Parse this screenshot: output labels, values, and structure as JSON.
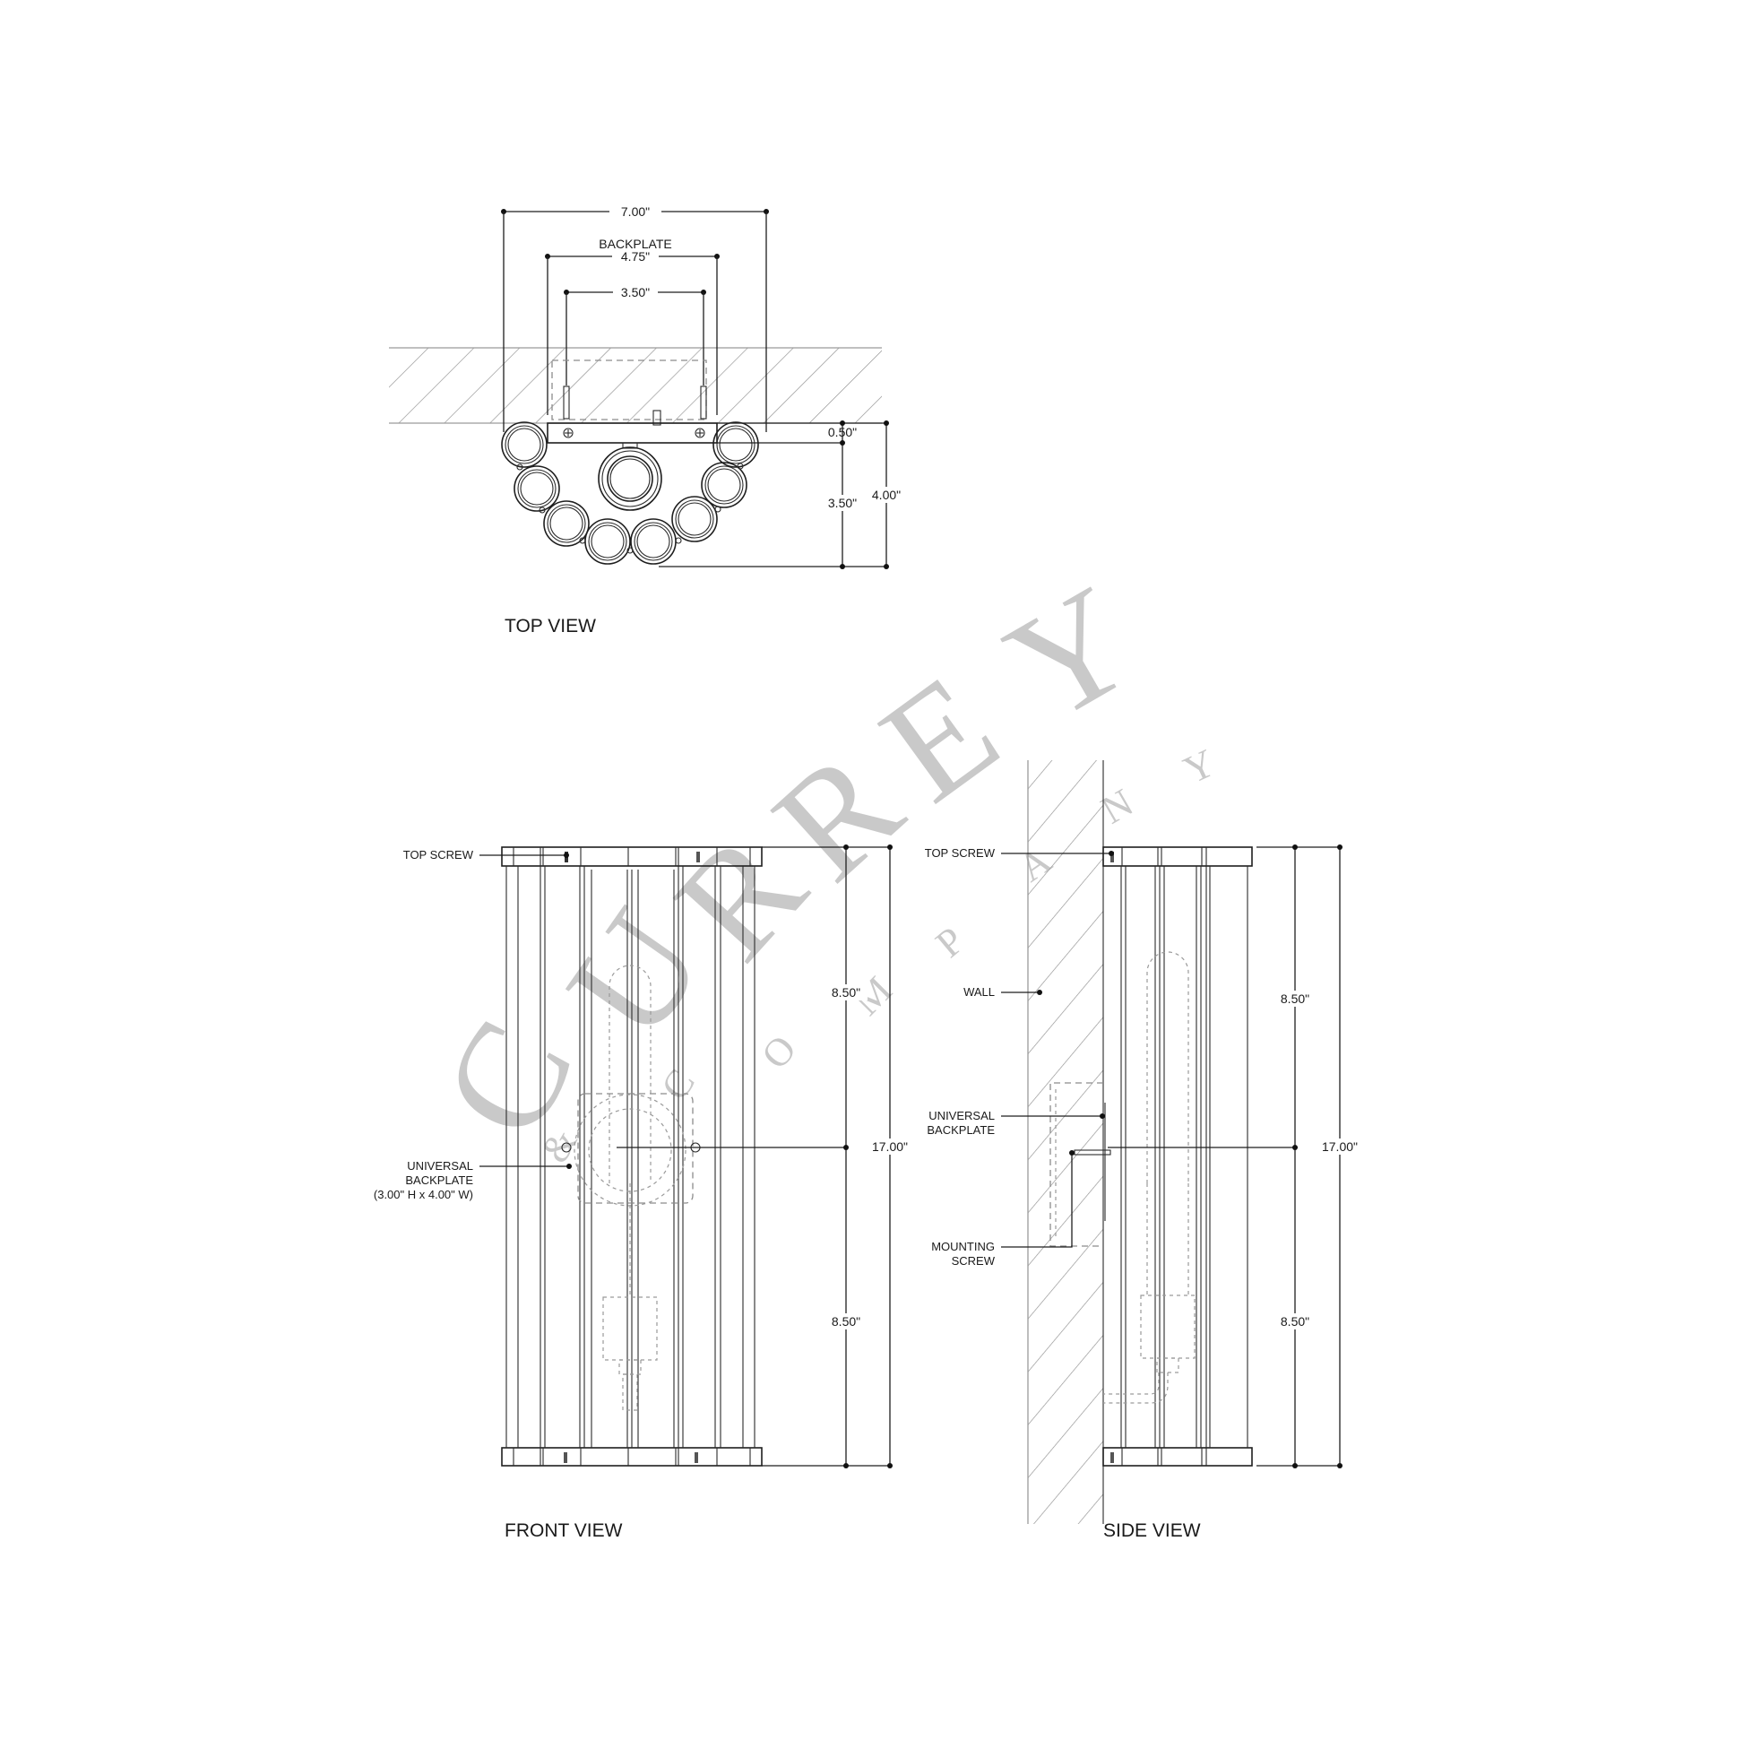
{
  "sheet": {
    "watermark": {
      "brand_letters": [
        "C",
        "U",
        "R",
        "R",
        "E",
        "Y"
      ],
      "company_letters": [
        "&",
        "C",
        "O",
        "M",
        "P",
        "A",
        "N",
        "Y"
      ],
      "color": "#c9c9c9"
    },
    "line_color": "#1e1e1e",
    "hatch_color": "#9a9a9a"
  },
  "top_view": {
    "title": "TOP VIEW",
    "dimensions": {
      "overall_width": "7.00\"",
      "backplate_label": "BACKPLATE",
      "backplate_width": "4.75\"",
      "screw_spacing": "3.50\"",
      "backplate_depth": "0.50\"",
      "projection": "3.50\"",
      "overall_depth": "4.00\""
    },
    "tube_count": 9
  },
  "front_view": {
    "title": "FRONT VIEW",
    "callouts": {
      "top_screw": "TOP SCREW",
      "universal_backplate_line1": "UNIVERSAL",
      "universal_backplate_line2": "BACKPLATE",
      "universal_backplate_size": "(3.00\" H x 4.00\" W)"
    },
    "dimensions": {
      "upper_half": "8.50\"",
      "lower_half": "8.50\"",
      "overall_height": "17.00\""
    }
  },
  "side_view": {
    "title": "SIDE VIEW",
    "callouts": {
      "top_screw": "TOP SCREW",
      "wall": "WALL",
      "universal_backplate_line1": "UNIVERSAL",
      "universal_backplate_line2": "BACKPLATE",
      "mounting_screw_line1": "MOUNTING",
      "mounting_screw_line2": "SCREW"
    },
    "dimensions": {
      "upper_half": "8.50\"",
      "lower_half": "8.50\"",
      "overall_height": "17.00\""
    }
  }
}
